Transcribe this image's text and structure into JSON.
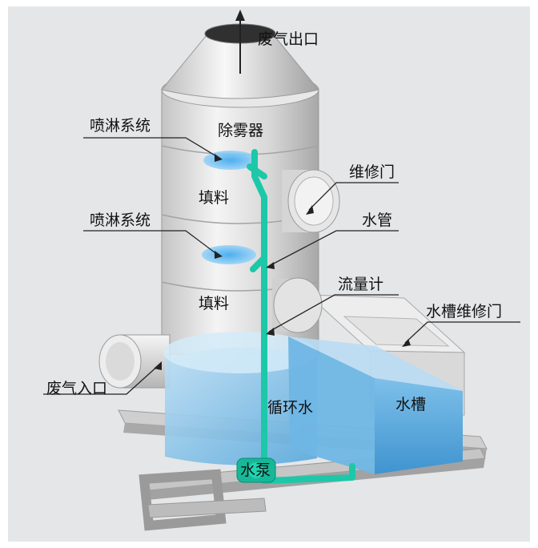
{
  "labels": {
    "exhaust_outlet": "废气出口",
    "spray_system_upper": "喷淋系统",
    "demister": "除雾器",
    "maintenance_door": "维修门",
    "packing_upper": "填料",
    "spray_system_lower": "喷淋系统",
    "water_pipe": "水管",
    "flow_meter": "流量计",
    "tank_maintenance_door": "水槽维修门",
    "packing_lower": "填料",
    "exhaust_inlet": "废气入口",
    "circulating_water": "循环水",
    "water_tank": "水槽",
    "water_pump": "水泵"
  },
  "colors": {
    "tower_light": "#f2f2f2",
    "tower_mid": "#cfcfcf",
    "tower_dark": "#9a9a9a",
    "water_light": "#a8d4ef",
    "water_dark": "#4a9ed6",
    "pipe": "#19c3a6",
    "frame": "#bdbdbd",
    "spray": "#5fb7f0"
  }
}
